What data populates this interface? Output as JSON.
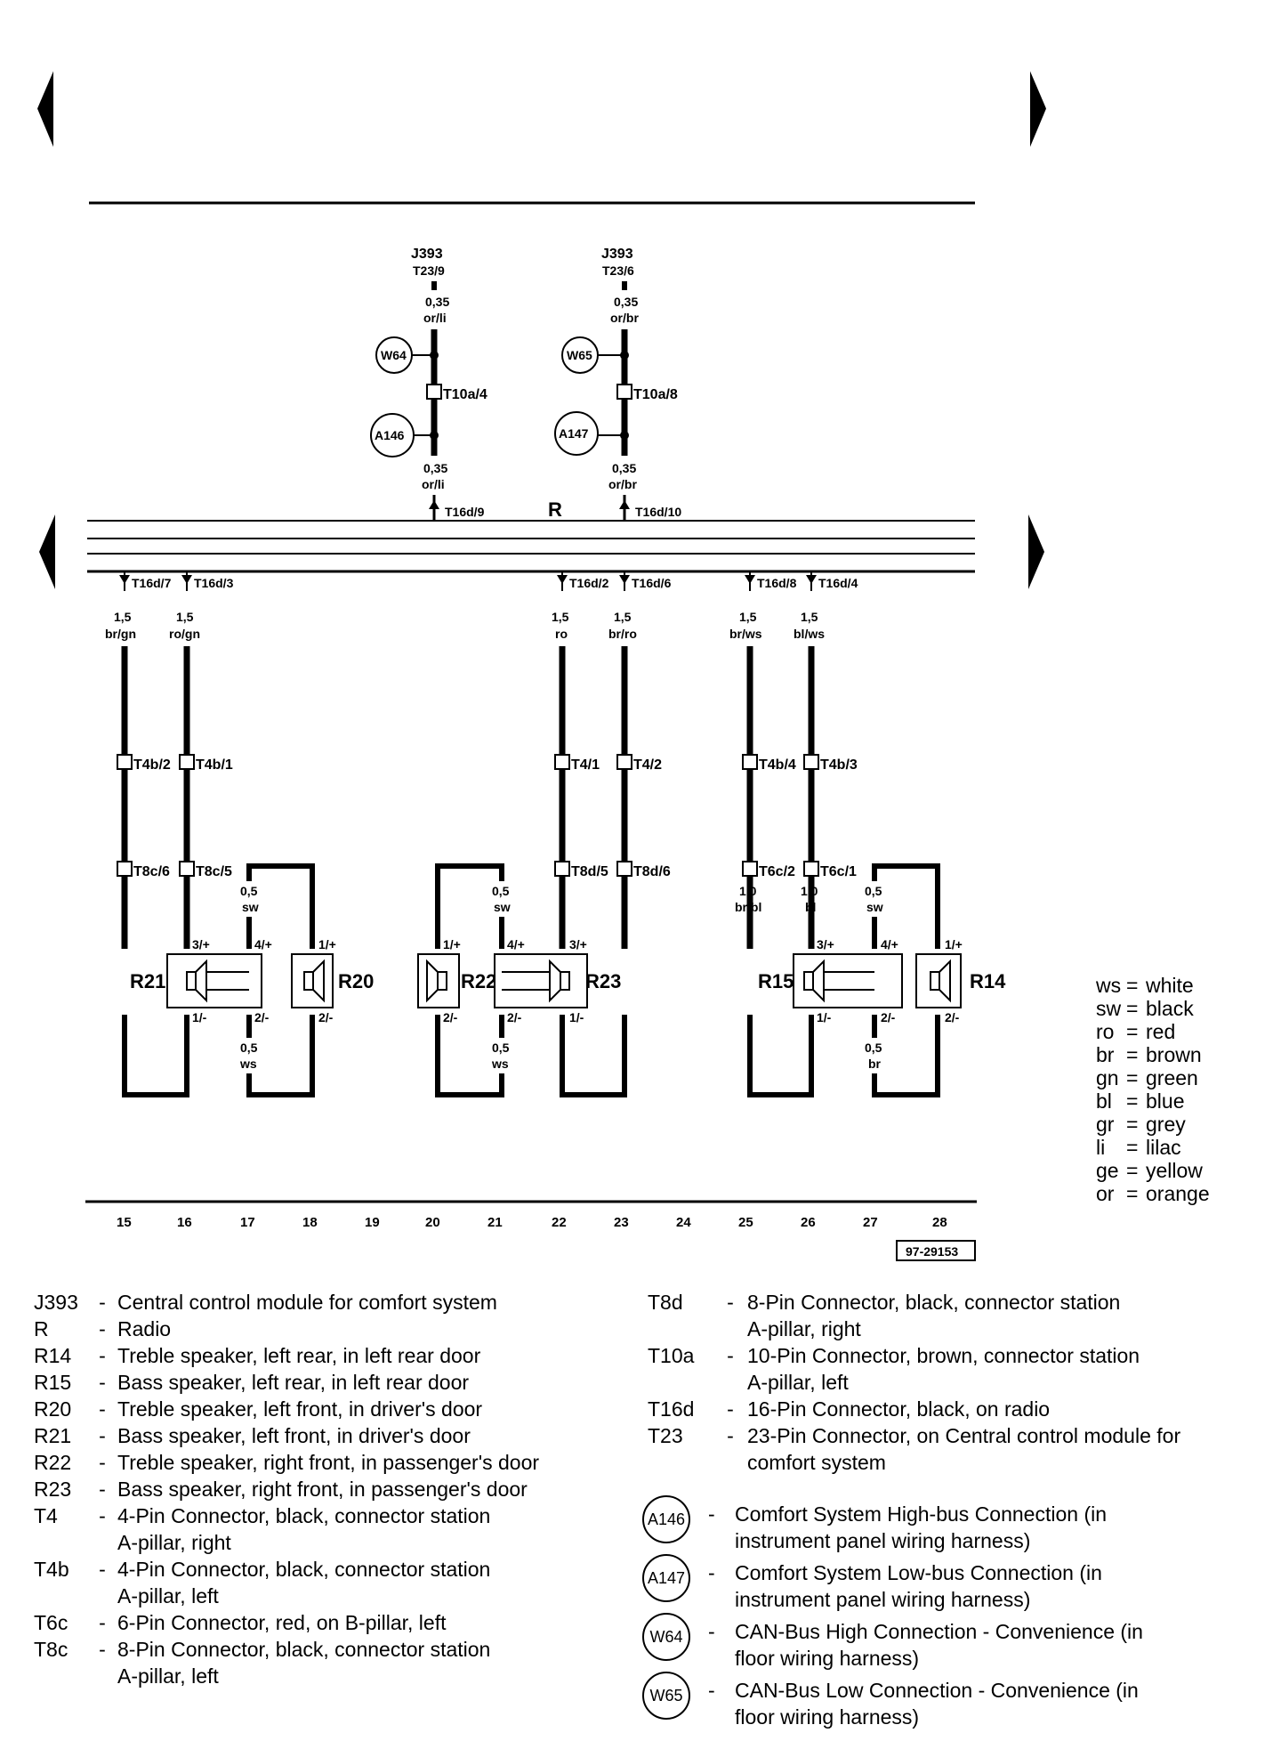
{
  "diagram": {
    "ref": "97-29153",
    "radio_label": "R",
    "columns": [
      "15",
      "16",
      "17",
      "18",
      "19",
      "20",
      "21",
      "22",
      "23",
      "24",
      "25",
      "26",
      "27",
      "28"
    ],
    "upper": {
      "j1": {
        "name": "J393",
        "pin": "T23/9",
        "w1": "0,35",
        "c1": "or/li",
        "conn": "T10a/4",
        "w2": "0,35",
        "c2": "or/li",
        "radio_pin": "T16d/9",
        "circle1": "W64",
        "circle2": "A146"
      },
      "j2": {
        "name": "J393",
        "pin": "T23/6",
        "w1": "0,35",
        "c1": "or/br",
        "conn": "T10a/8",
        "w2": "0,35",
        "c2": "or/br",
        "radio_pin": "T16d/10",
        "circle1": "W65",
        "circle2": "A147"
      }
    },
    "lower": {
      "pins": [
        "T16d/7",
        "T16d/3",
        "T16d/2",
        "T16d/6",
        "T16d/8",
        "T16d/4"
      ],
      "sizes": [
        "1,5",
        "1,5",
        "1,5",
        "1,5",
        "1,5",
        "1,5"
      ],
      "colors": [
        "br/gn",
        "ro/gn",
        "ro",
        "br/ro",
        "br/ws",
        "bl/ws"
      ],
      "conn1": [
        "T4b/2",
        "T4b/1",
        "T4/1",
        "T4/2",
        "T4b/4",
        "T4b/3"
      ],
      "conn2": [
        "T8c/6",
        "T8c/5",
        "T8d/5",
        "T8d/6",
        "T6c/2",
        "T6c/1"
      ],
      "extra_sizes": [
        "1,0",
        "1,0"
      ],
      "extra_colors": [
        "br/bl",
        "bl"
      ],
      "jumper_top": [
        {
          "size": "0,5",
          "color": "sw"
        },
        {
          "size": "0,5",
          "color": "sw"
        },
        {
          "size": "0,5",
          "color": "sw"
        }
      ],
      "jumper_bottom": [
        {
          "size": "0,5",
          "color": "ws"
        },
        {
          "size": "0,5",
          "color": "ws"
        },
        {
          "size": "0,5",
          "color": "br"
        }
      ],
      "speakers": [
        "R21",
        "R20",
        "R22",
        "R23",
        "R15",
        "R14"
      ],
      "pin_3plus": "3/+",
      "pin_4plus": "4/+",
      "pin_1plus": "1/+",
      "pin_1minus": "1/-",
      "pin_2minus": "2/-"
    }
  },
  "color_codes": [
    {
      "code": "ws",
      "name": "white"
    },
    {
      "code": "sw",
      "name": "black"
    },
    {
      "code": "ro",
      "name": "red"
    },
    {
      "code": "br",
      "name": "brown"
    },
    {
      "code": "gn",
      "name": "green"
    },
    {
      "code": "bl",
      "name": "blue"
    },
    {
      "code": "gr",
      "name": "grey"
    },
    {
      "code": "li",
      "name": "lilac"
    },
    {
      "code": "ge",
      "name": "yellow"
    },
    {
      "code": "or",
      "name": "orange"
    }
  ],
  "legend_left": [
    {
      "code": "J393",
      "lines": [
        "Central control module for comfort system"
      ]
    },
    {
      "code": "R",
      "lines": [
        "Radio"
      ]
    },
    {
      "code": "R14",
      "lines": [
        "Treble speaker, left rear, in left rear door"
      ]
    },
    {
      "code": "R15",
      "lines": [
        "Bass speaker, left rear, in left rear door"
      ]
    },
    {
      "code": "R20",
      "lines": [
        "Treble speaker, left front, in driver's door"
      ]
    },
    {
      "code": "R21",
      "lines": [
        "Bass speaker, left front, in driver's door"
      ]
    },
    {
      "code": "R22",
      "lines": [
        "Treble speaker, right front, in passenger's door"
      ]
    },
    {
      "code": "R23",
      "lines": [
        "Bass speaker, right front, in passenger's door"
      ]
    },
    {
      "code": "T4",
      "lines": [
        "4-Pin Connector, black,  connector station",
        "A-pillar, right"
      ]
    },
    {
      "code": "T4b",
      "lines": [
        "4-Pin Connector, black,  connector station",
        "A-pillar, left"
      ]
    },
    {
      "code": "T6c",
      "lines": [
        "6-Pin Connector, red, on B-pillar, left"
      ]
    },
    {
      "code": "T8c",
      "lines": [
        "8-Pin Connector, black, connector station",
        "A-pillar, left"
      ]
    }
  ],
  "legend_right": [
    {
      "code": "T8d",
      "lines": [
        "8-Pin Connector, black, connector station",
        "A-pillar, right"
      ]
    },
    {
      "code": "T10a",
      "lines": [
        "10-Pin Connector, brown, connector station",
        "A-pillar, left"
      ]
    },
    {
      "code": "T16d",
      "lines": [
        "16-Pin Connector, black, on radio"
      ]
    },
    {
      "code": "T23",
      "lines": [
        "23-Pin Connector, on Central control module for",
        "comfort system"
      ]
    }
  ],
  "legend_wires": [
    {
      "code": "A146",
      "lines": [
        "Comfort System High-bus Connection (in",
        "instrument panel wiring harness)"
      ]
    },
    {
      "code": "A147",
      "lines": [
        "Comfort System Low-bus Connection (in",
        "instrument panel wiring harness)"
      ]
    },
    {
      "code": "W64",
      "lines": [
        "CAN-Bus High Connection - Convenience (in",
        "floor wiring harness)"
      ]
    },
    {
      "code": "W65",
      "lines": [
        "CAN-Bus Low Connection - Convenience (in",
        "floor wiring harness)"
      ]
    }
  ]
}
